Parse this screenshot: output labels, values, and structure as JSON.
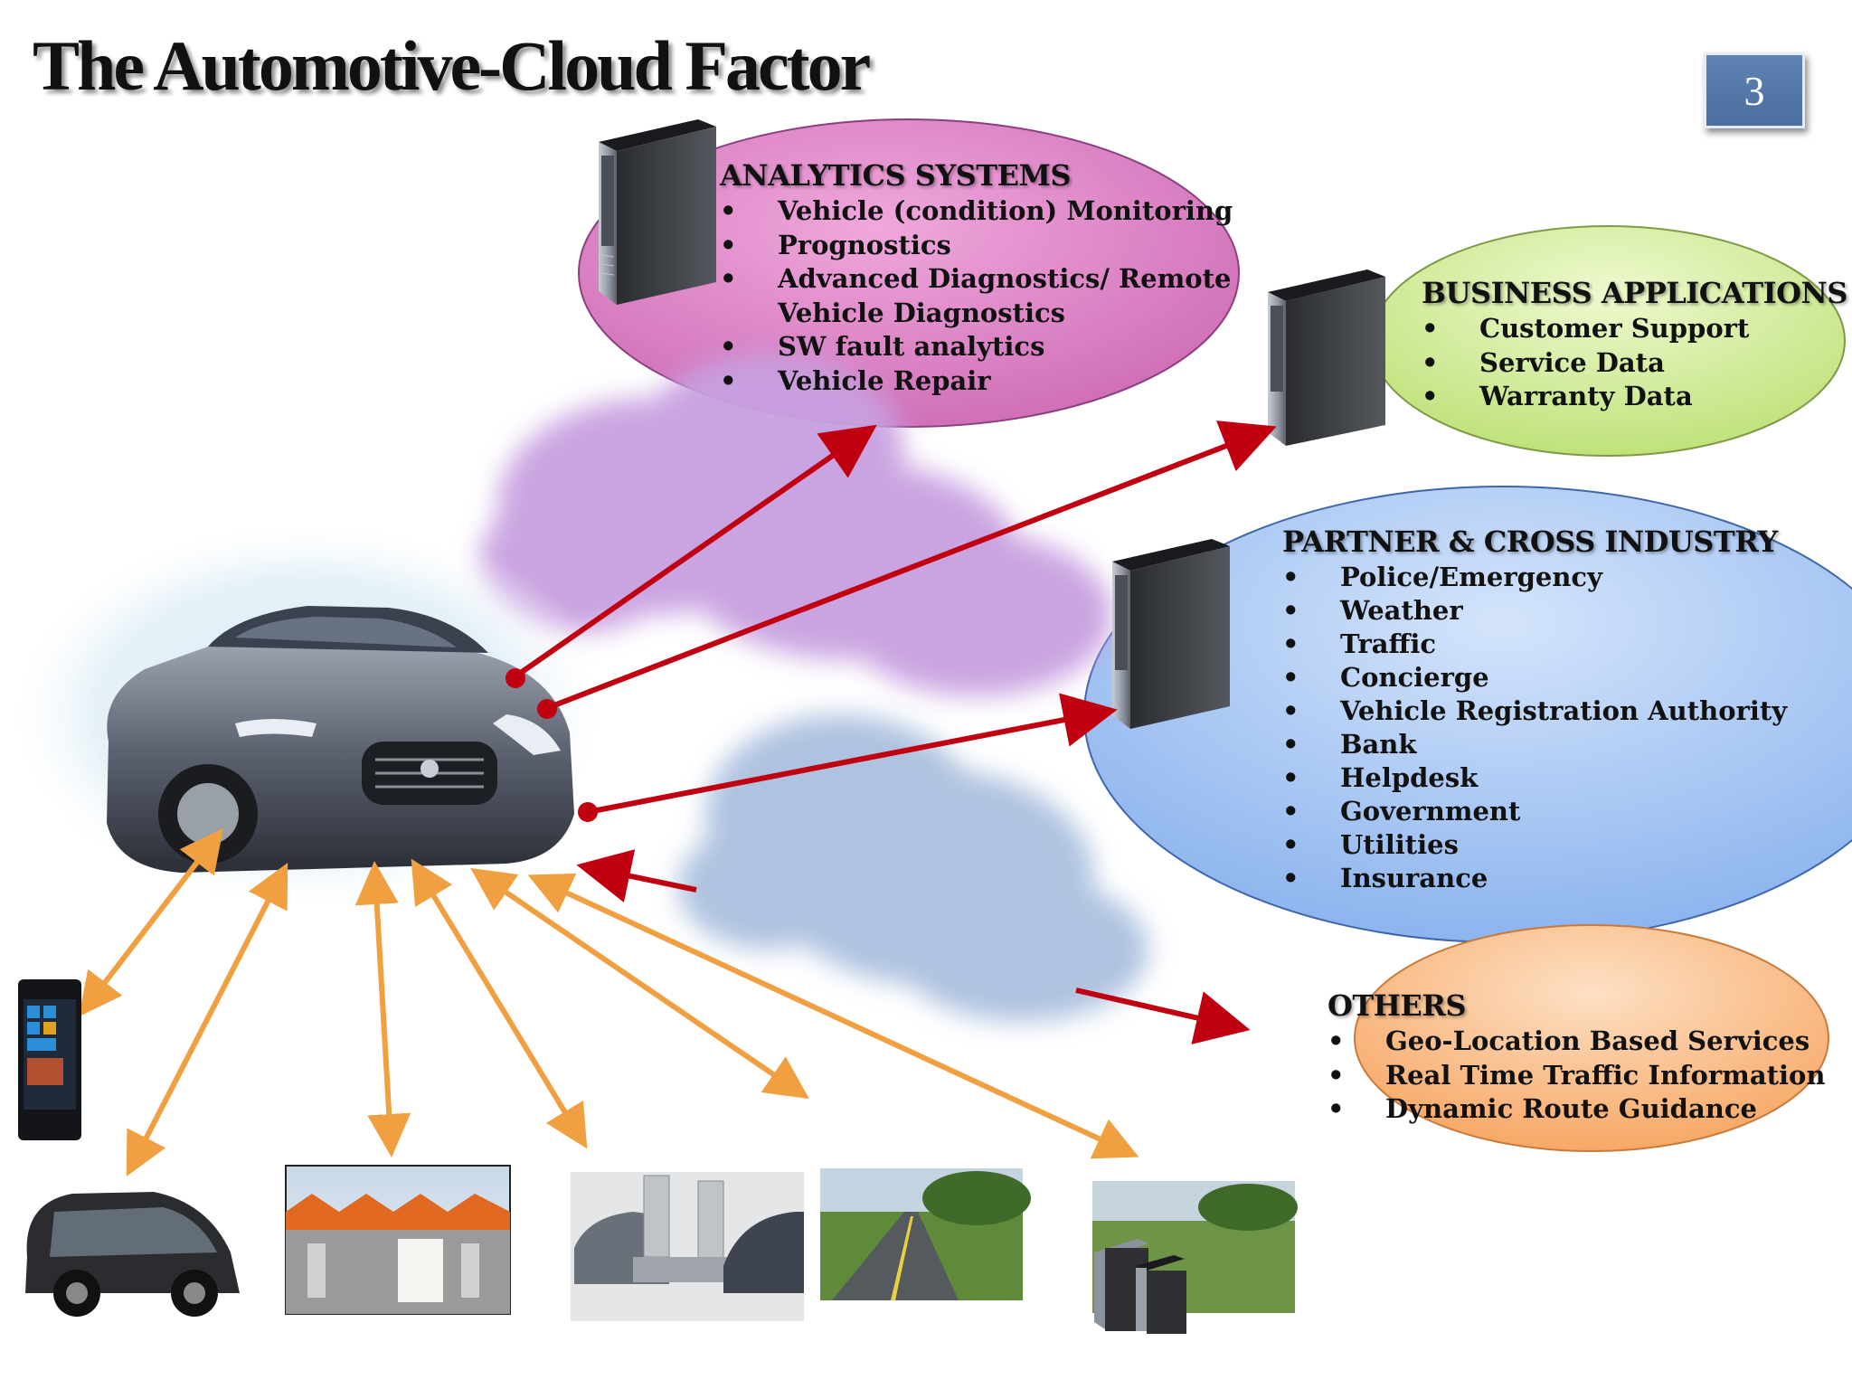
{
  "title": "The Automotive-Cloud Factor",
  "page_number": "3",
  "colors": {
    "arrow_red": "#c00010",
    "arrow_orange": "#f0a040",
    "analytics_fill": "#e080c8",
    "business_fill": "#d6f0a0",
    "partner_fill": "#a8c8f4",
    "others_fill": "#fbbf88",
    "cloud_purple": "#c8a0e0",
    "cloud_blue": "#b0c4e0"
  },
  "analytics": {
    "heading": "ANALYTICS SYSTEMS",
    "items": [
      "Vehicle (condition) Monitoring",
      "Prognostics",
      "Advanced Diagnostics/ Remote",
      "Vehicle  Diagnostics",
      "SW fault analytics",
      "Vehicle Repair"
    ]
  },
  "business": {
    "heading": "BUSINESS APPLICATIONS",
    "items": [
      "Customer Support",
      "Service Data",
      "Warranty Data"
    ]
  },
  "partner": {
    "heading": "PARTNER & CROSS INDUSTRY",
    "items": [
      "Police/Emergency",
      "Weather",
      "Traffic",
      "Concierge",
      "Vehicle Registration Authority",
      "Bank",
      "Helpdesk",
      "Government",
      "Utilities",
      "Insurance"
    ]
  },
  "others": {
    "heading": "OTHERS",
    "items": [
      "Geo-Location Based Services",
      "Real Time Traffic Information",
      "Dynamic Route Guidance"
    ]
  }
}
